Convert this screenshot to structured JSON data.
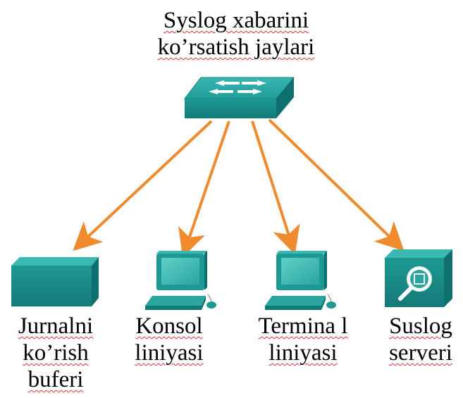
{
  "title": {
    "line1": "Syslog xabarini",
    "line2": "ko’rsatish jaylari"
  },
  "destinations": [
    {
      "icon": "buffer-device-icon",
      "line1": "Jurnalni",
      "line2": "ko’rish",
      "line3": "buferi"
    },
    {
      "icon": "computer-terminal-icon",
      "line1": "Konsol",
      "line2": "liniyasi"
    },
    {
      "icon": "computer-terminal-icon",
      "line1": "Termina l",
      "line2": "liniyasi"
    },
    {
      "icon": "server-magnifier-icon",
      "line1": "Suslog",
      "line2": "serveri"
    }
  ],
  "colors": {
    "device_teal": "#1f9a96",
    "device_dark": "#0f6f6c",
    "arrow_orange": "#ef8a2e",
    "spellcheck_underline": "#e03030"
  },
  "center_icon": "network-switch-icon"
}
